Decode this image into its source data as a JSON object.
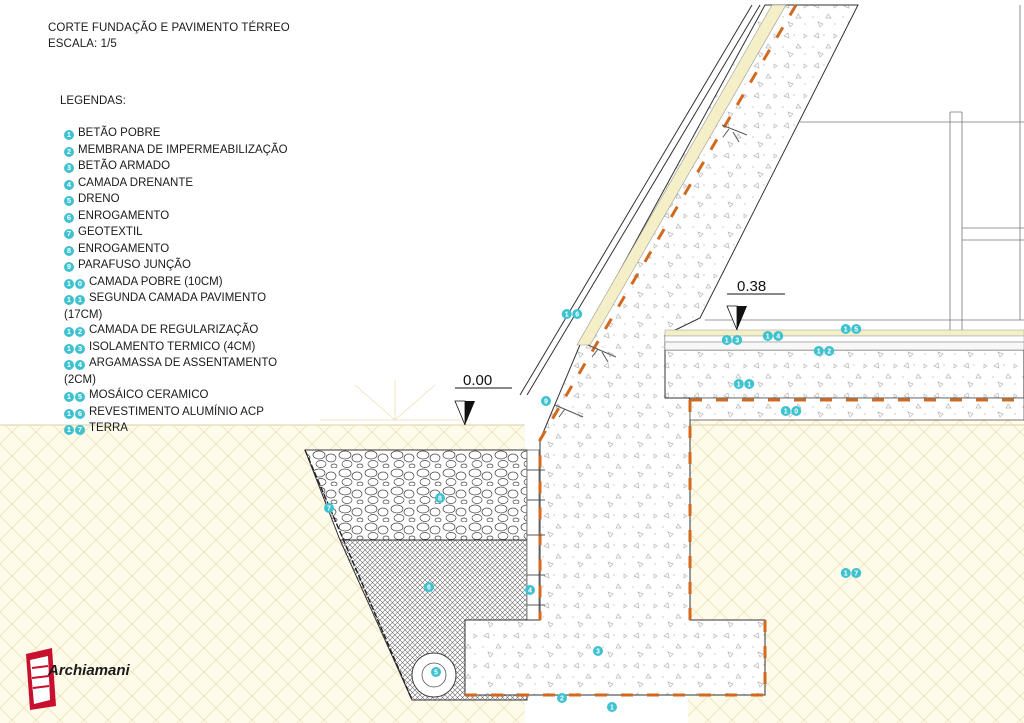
{
  "drawing": {
    "title_line1": "CORTE FUNDAÇÃO E PAVIMENTO TÉRREO",
    "title_line2": "ESCALA: 1/5"
  },
  "legend": {
    "heading": "LEGENDAS:",
    "items": [
      {
        "num": "1",
        "label": "BETÃO POBRE"
      },
      {
        "num": "2",
        "label": "MEMBRANA DE IMPERMEABILIZAÇÃO"
      },
      {
        "num": "3",
        "label": "BETÃO ARMADO"
      },
      {
        "num": "4",
        "label": "CAMADA DRENANTE"
      },
      {
        "num": "5",
        "label": "DRENO"
      },
      {
        "num": "6",
        "label": "ENROGAMENTO"
      },
      {
        "num": "7",
        "label": "GEOTEXTIL"
      },
      {
        "num": "8",
        "label": "ENROGAMENTO"
      },
      {
        "num": "9",
        "label": "PARAFUSO JUNÇÃO"
      },
      {
        "num": "10",
        "label": "CAMADA POBRE (10CM)"
      },
      {
        "num": "11",
        "label": "SEGUNDA CAMADA PAVIMENTO (17CM)"
      },
      {
        "num": "12",
        "label": "CAMADA DE REGULARIZAÇÃO"
      },
      {
        "num": "13",
        "label": "ISOLAMENTO TERMICO (4CM)"
      },
      {
        "num": "14",
        "label": "ARGAMASSA DE ASSENTAMENTO (2CM)"
      },
      {
        "num": "15",
        "label": "MOSÁICO CERAMICO"
      },
      {
        "num": "16",
        "label": "REVESTIMENTO ALUMÍNIO ACP"
      },
      {
        "num": "17",
        "label": "TERRA"
      }
    ]
  },
  "levels": {
    "ground": "0.00",
    "floor": "0.38"
  },
  "markers": [
    "16",
    "13",
    "14",
    "15",
    "12",
    "11",
    "10",
    "9",
    "8",
    "7",
    "6",
    "5",
    "4",
    "3",
    "2",
    "1",
    "17"
  ],
  "logo": {
    "text": "Archiamani"
  },
  "colors": {
    "marker": "#3fc2cf",
    "membrane": "#d2691e",
    "insulation": "#f4efc6"
  }
}
